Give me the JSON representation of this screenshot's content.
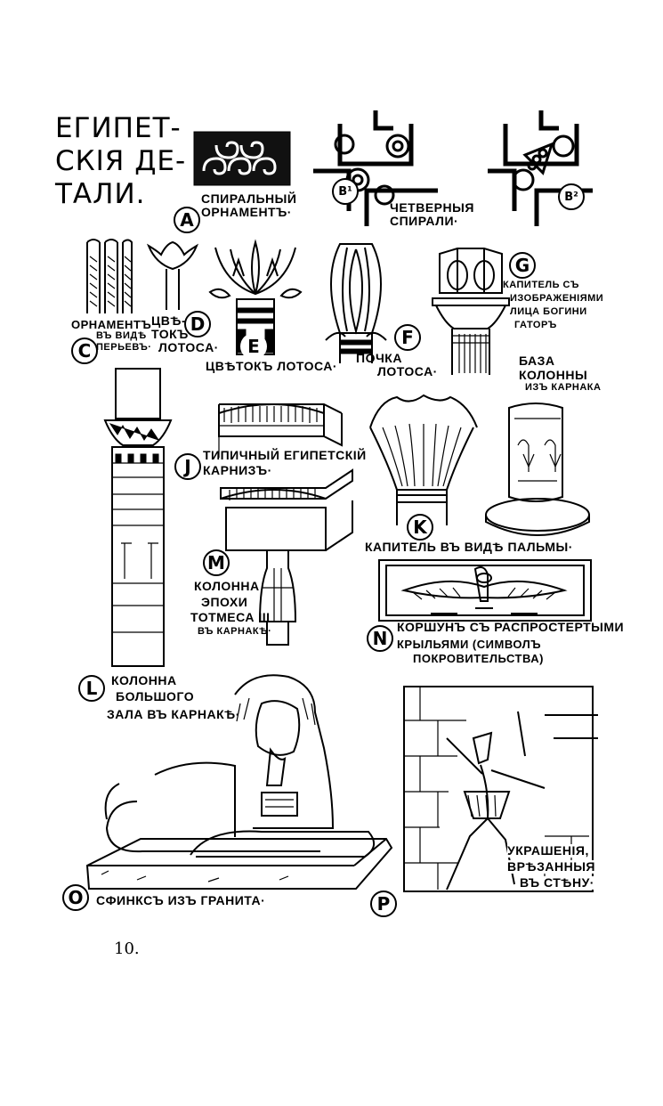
{
  "title": "ЕГИПЕТ- СКІЯ ДЕ- ТАЛИ.",
  "page_number": "10.",
  "figures": {
    "A": {
      "letter": "A",
      "caption": "СПИРАЛЬНЫЙ ОРНАМЕНТЪ·"
    },
    "B1": {
      "letter": "B¹"
    },
    "B2": {
      "letter": "B²"
    },
    "B_caption": "ЧЕТВЕРНЫЯ СПИРАЛИ·",
    "C": {
      "letter": "C",
      "caption_line1": "ОРНАМЕНТЪ",
      "caption_line2": "ВЪ ВИДѢ",
      "caption_line3": "ПЕРЬЕВЪ·"
    },
    "D": {
      "letter": "D",
      "caption_line1": "ЦВѢ-",
      "caption_line2": "ТОКЪ",
      "caption_line3": "ЛОТОСА·"
    },
    "E": {
      "letter": "E",
      "caption": "ЦВѢТОКЪ ЛОТОСА·"
    },
    "F": {
      "letter": "F",
      "caption_line1": "ПОЧКА",
      "caption_line2": "ЛОТОСА·"
    },
    "G": {
      "letter": "G",
      "caption_line1": "КАПИТЕЛЬ СЪ",
      "caption_line2": "ИЗОБРАЖЕНІЯМИ",
      "caption_line3": "ЛИЦА БОГИНИ",
      "caption_line4": "ГАТОРЪ"
    },
    "base": {
      "caption_line1": "БАЗА",
      "caption_line2": "КОЛОННЫ",
      "caption_line3": "ИЗЪ КАРНАКА"
    },
    "J": {
      "letter": "J",
      "caption_line1": "ТИПИЧНЫЙ ЕГИПЕТСКІЙ",
      "caption_line2": "КАРНИЗЪ·"
    },
    "K": {
      "letter": "K",
      "caption": "КАПИТЕЛЬ ВЪ ВИДѢ ПАЛЬМЫ·"
    },
    "L": {
      "letter": "L",
      "caption_line1": "КОЛОННА",
      "caption_line2": "БОЛЬШОГО",
      "caption_line3": "ЗАЛА ВЪ КАРНАКѢ·"
    },
    "M": {
      "letter": "M",
      "caption_line1": "КОЛОННА",
      "caption_line2": "ЭПОХИ",
      "caption_line3": "ТОТМЕСА III",
      "caption_line4": "ВЪ КАРНАКѢ·"
    },
    "N": {
      "letter": "N",
      "caption_line1": "КОРШУНЪ СЪ РАСПРОСТЕРТЫМИ",
      "caption_line2": "КРЫЛЬЯМИ (СИМВОЛЪ",
      "caption_line3": "ПОКРОВИТЕЛЬСТВА)"
    },
    "O": {
      "letter": "O",
      "caption": "СФИНКСЪ ИЗЪ ГРАНИТА·"
    },
    "P": {
      "letter": "P",
      "caption_line1": "УКРАШЕНІЯ,",
      "caption_line2": "ВРѢЗАННЫЯ",
      "caption_line3": "ВЪ СТѢНУ·"
    }
  }
}
